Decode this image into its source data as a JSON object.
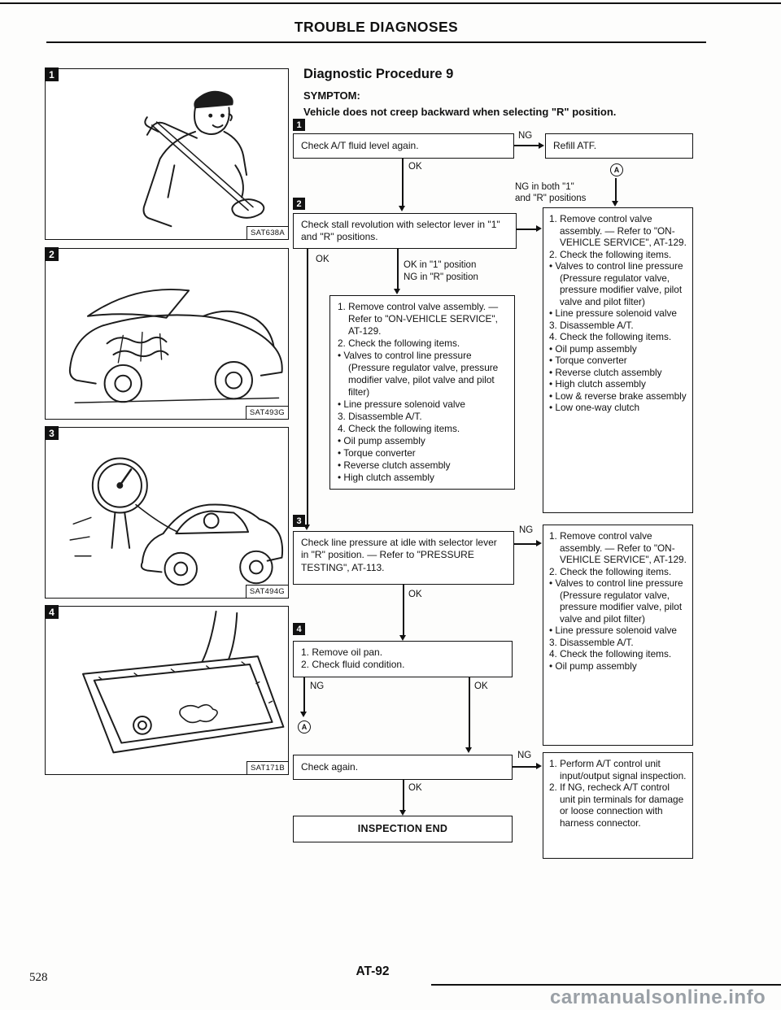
{
  "page": {
    "header": "TROUBLE DIAGNOSES",
    "footer_code": "AT-92",
    "page_number": "528",
    "watermark": "carmanualsonline.info"
  },
  "procedure": {
    "title": "Diagnostic Procedure 9",
    "symptom_label": "SYMPTOM:",
    "symptom": "Vehicle does not creep backward when selecting \"R\" position."
  },
  "figures": [
    {
      "num": "1",
      "caption": "SAT638A",
      "subject": "technician-checking-dipstick"
    },
    {
      "num": "2",
      "caption": "SAT493G",
      "subject": "car-hood-open-engine"
    },
    {
      "num": "3",
      "caption": "SAT494G",
      "subject": "car-with-pressure-gauge"
    },
    {
      "num": "4",
      "caption": "SAT171B",
      "subject": "oil-pan-fluid-check"
    }
  ],
  "flow": {
    "labels": {
      "ok": "OK",
      "ng": "NG",
      "ng_both_1": "NG in both \"1\"",
      "ng_both_2": "and \"R\" positions",
      "mid_1": "OK in \"1\" position",
      "mid_2": "NG in \"R\" position"
    },
    "connector_a": "A",
    "step1": {
      "num": "1",
      "text": "Check A/T fluid level again."
    },
    "refill": {
      "text": "Refill ATF."
    },
    "step2": {
      "num": "2",
      "text": "Check stall revolution with selector lever in \"1\" and \"R\" positions."
    },
    "action_mid": {
      "items": [
        "1. Remove control valve assembly. — Refer to \"ON-VEHICLE SERVICE\", AT-129.",
        "2. Check the following items.",
        "• Valves to control line pressure (Pressure regulator valve, pressure modifier valve, pilot valve and pilot filter)",
        "• Line pressure solenoid valve",
        "3. Disassemble A/T.",
        "4. Check the following items.",
        "• Oil pump assembly",
        "• Torque converter",
        "• Reverse clutch assembly",
        "• High clutch assembly"
      ]
    },
    "action_right1": {
      "items": [
        "1. Remove control valve assembly. — Refer to \"ON-VEHICLE SERVICE\", AT-129.",
        "2. Check the following items.",
        "• Valves to control line pressure (Pressure regulator valve, pressure modifier valve, pilot valve and pilot filter)",
        "• Line pressure solenoid valve",
        "3. Disassemble A/T.",
        "4. Check the following items.",
        "• Oil pump assembly",
        "• Torque converter",
        "• Reverse clutch assembly",
        "• High clutch assembly",
        "• Low & reverse brake assembly",
        "• Low one-way clutch"
      ]
    },
    "step3": {
      "num": "3",
      "text": "Check line pressure at idle with selector lever in \"R\" position. — Refer to \"PRESSURE TESTING\", AT-113."
    },
    "action_right2": {
      "items": [
        "1. Remove control valve assembly. — Refer to \"ON-VEHICLE SERVICE\", AT-129.",
        "2. Check the following items.",
        "• Valves to control line pressure (Pressure regulator valve, pressure modifier valve, pilot valve and pilot filter)",
        "• Line pressure solenoid valve",
        "3. Disassemble A/T.",
        "4. Check the following items.",
        "• Oil pump assembly"
      ]
    },
    "step4": {
      "num": "4",
      "items": [
        "1. Remove oil pan.",
        "2. Check fluid condition."
      ]
    },
    "check_again": {
      "text": "Check again."
    },
    "action_right3": {
      "items": [
        "1. Perform A/T control unit input/output signal inspection.",
        "2. If NG, recheck A/T control unit pin terminals for damage or loose connection with harness connector."
      ]
    },
    "inspection_end": "INSPECTION END"
  }
}
